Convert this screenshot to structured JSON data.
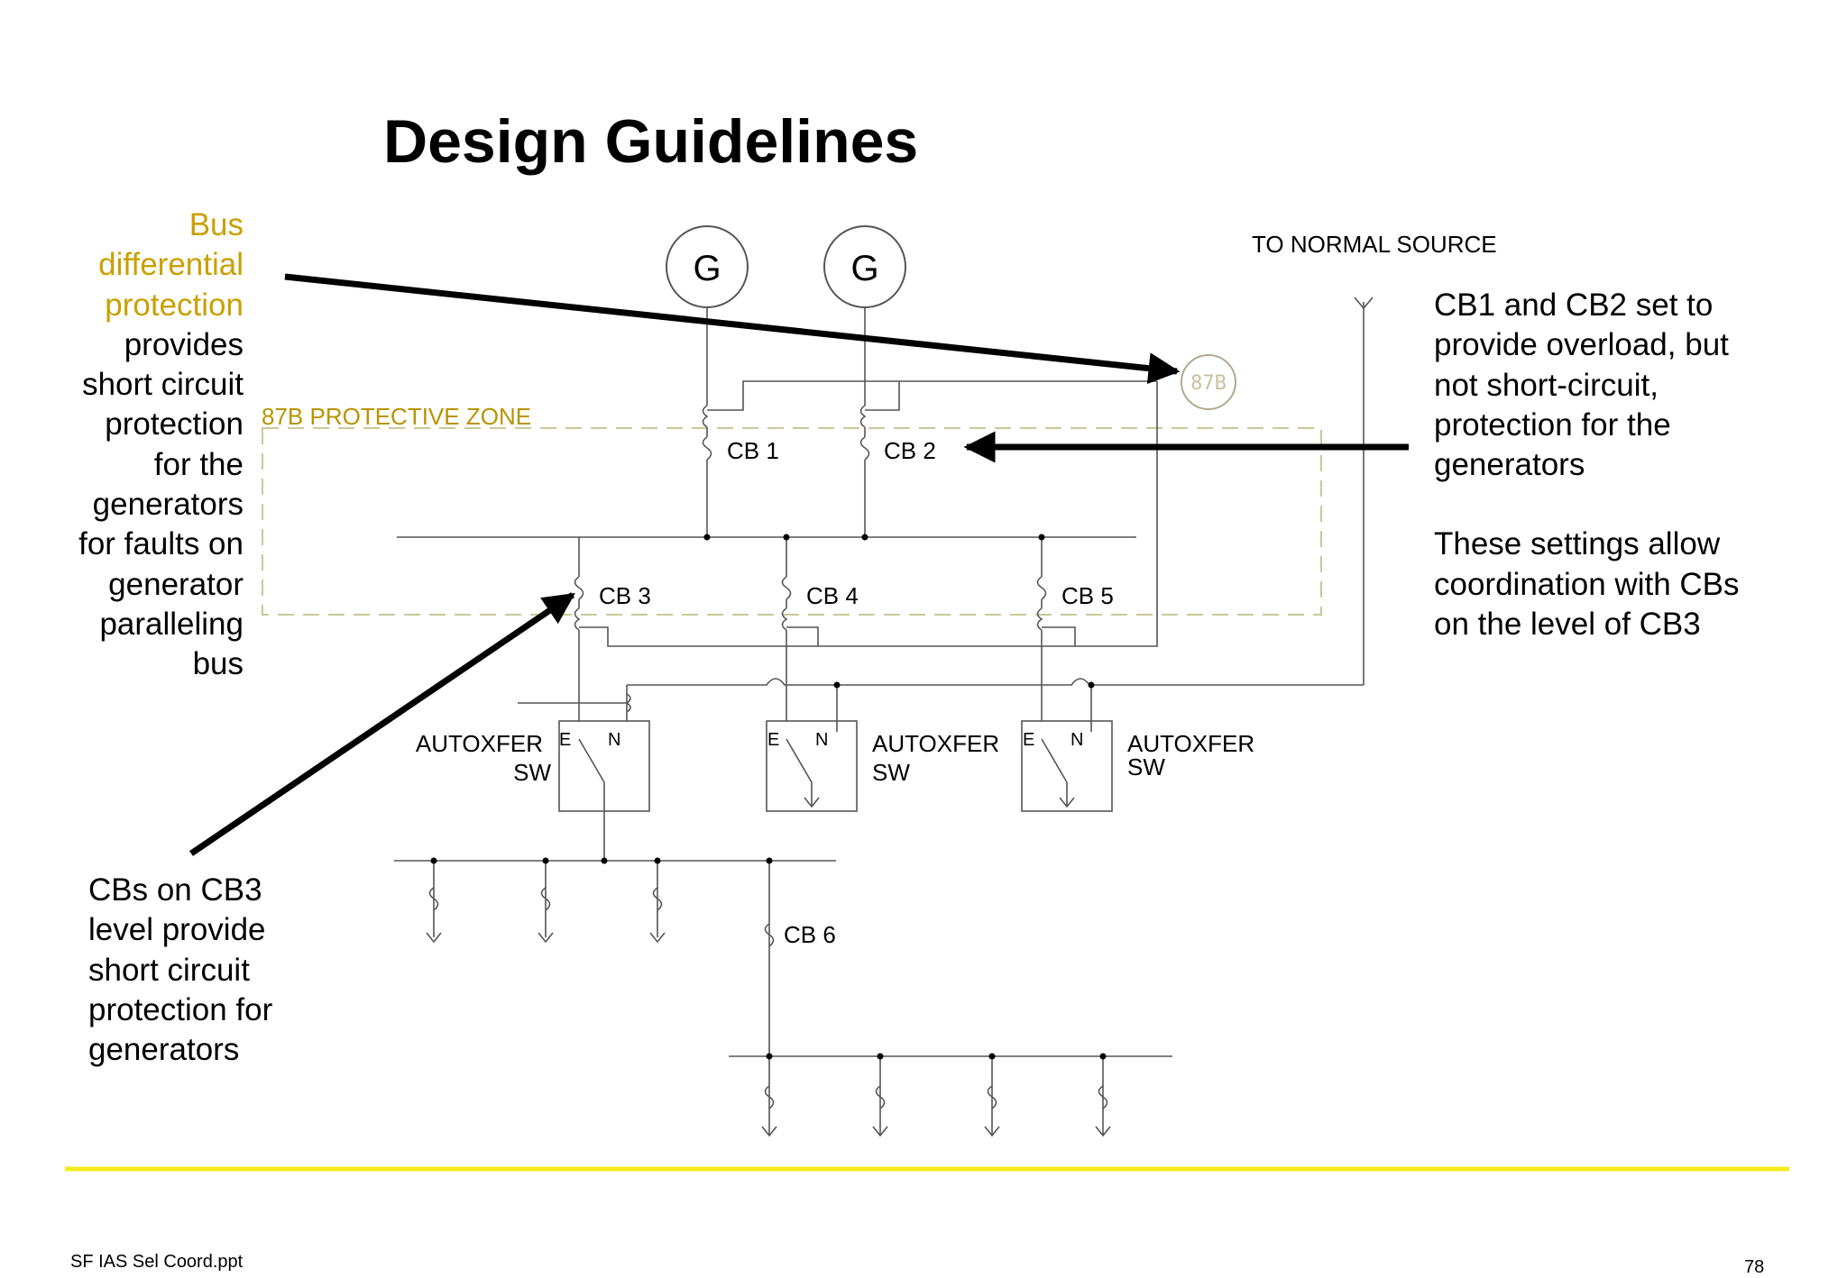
{
  "title": "Design Guidelines",
  "left_note": {
    "highlight_lines": [
      "Bus",
      "differential",
      "protection"
    ],
    "lines": [
      "provides",
      "short circuit",
      "protection",
      "for the",
      "generators",
      "for faults on",
      "generator",
      "paralleling",
      "bus"
    ]
  },
  "bottom_note": {
    "lines": [
      "CBs on CB3",
      "level provide",
      "short circuit",
      "protection for",
      "generators"
    ]
  },
  "right_note": {
    "para1": [
      "CB1 and CB2 set to",
      "provide overload, but",
      "not short-circuit,",
      "protection for the",
      "generators"
    ],
    "para2": [
      "These settings allow",
      "coordination with CBs",
      "on the level of CB3"
    ]
  },
  "diagram": {
    "generator_symbol": "G",
    "relay_label": "87B",
    "zone_label": "87B PROTECTIVE ZONE",
    "normal_source_label": "TO NORMAL SOURCE",
    "cb1": "CB 1",
    "cb2": "CB 2",
    "cb3": "CB 3",
    "cb4": "CB 4",
    "cb5": "CB 5",
    "cb6": "CB 6",
    "autoxfer_line1": "AUTOXFER",
    "autoxfer_line2": "SW",
    "terminal_e": "E",
    "terminal_n": "N"
  },
  "colors": {
    "highlight": "#c9a000",
    "rule": "#f4ec1a",
    "zone": "#c8c89a",
    "relay": "#b0a890"
  },
  "footer": {
    "file": "SF IAS Sel Coord.ppt",
    "page": "78"
  }
}
